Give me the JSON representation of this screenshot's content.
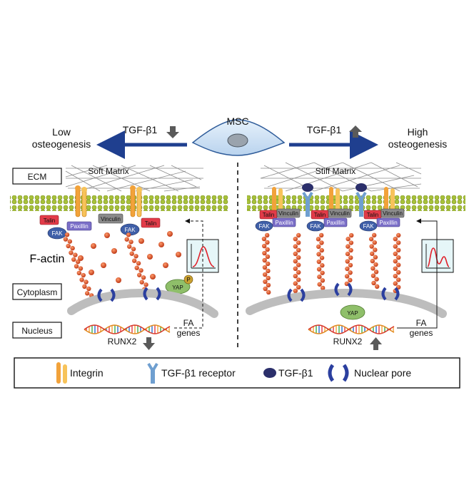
{
  "top": {
    "cell_label": "MSC",
    "left_signal": "TGF-β1",
    "right_signal": "TGF-β1",
    "left_outcome_line1": "Low",
    "left_outcome_line2": "osteogenesis",
    "right_outcome_line1": "High",
    "right_outcome_line2": "osteogenesis"
  },
  "row_labels": {
    "ecm": "ECM",
    "cytoplasm": "Cytoplasm",
    "nucleus": "Nucleus"
  },
  "left_panel": {
    "matrix_label": "Soft Matrix",
    "f_actin_label": "F-actin",
    "proteins": {
      "talin_a": "Talin",
      "talin_b": "Talin",
      "fak_a": "FAK",
      "fak_b": "FAK",
      "paxillin": "Paxillin",
      "vinculin": "Vinculin"
    },
    "yap": "YAP",
    "yap_phospho": "P",
    "fa_genes_line1": "FA",
    "fa_genes_line2": "genes",
    "runx2": "RUNX2"
  },
  "right_panel": {
    "matrix_label": "Stiff Matrix",
    "complexes": [
      {
        "talin": "Talin",
        "vinculin": "Vinculin",
        "fak": "FAK",
        "paxillin": "Paxillin"
      },
      {
        "talin": "Talin",
        "vinculin": "Vinculin",
        "fak": "FAK",
        "paxillin": "Paxillin"
      },
      {
        "talin": "Talin",
        "vinculin": "Vinculin",
        "fak": "FAK",
        "paxillin": "Paxillin"
      }
    ],
    "yap": "YAP",
    "fa_genes_line1": "FA",
    "fa_genes_line2": "genes",
    "runx2": "RUNX2"
  },
  "legend": {
    "integrin": "Integrin",
    "tgf_receptor": "TGF-β1 receptor",
    "tgf": "TGF-β1",
    "nuclear_pore": "Nuclear pore"
  },
  "colors": {
    "arrow_blue": "#1f3f8f",
    "membrane_green": "#a8c23a",
    "talin_red": "#e23b48",
    "fak_blue": "#3f5fa8",
    "paxillin_purple": "#7b6fc8",
    "vinculin_gray": "#8a8a8a",
    "actin_red": "#c23a1a",
    "yap_green": "#8fbf6a",
    "tgf_navy": "#2b2f6b",
    "receptor_blue": "#6f9fd0",
    "integrin_orange": "#f2a23a",
    "pore_blue": "#2b3f9f"
  }
}
